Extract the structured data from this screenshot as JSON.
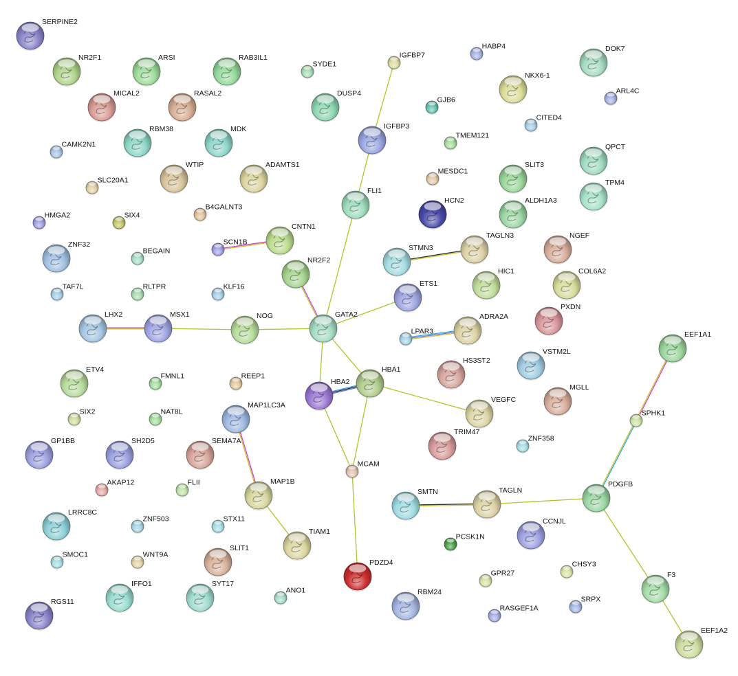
{
  "network": {
    "nodes": [
      {
        "id": "SERPINE2",
        "color": "#8c86c9",
        "structure": true
      },
      {
        "id": "NR2F1",
        "color": "#b1d48c",
        "structure": true
      },
      {
        "id": "ARSI",
        "color": "#9fdc9c",
        "structure": true
      },
      {
        "id": "RAB3IL1",
        "color": "#96d99c",
        "structure": true
      },
      {
        "id": "SYDE1",
        "color": "#a6dcb4",
        "structure": false
      },
      {
        "id": "IGFBP7",
        "color": "#dcdca0",
        "structure": false
      },
      {
        "id": "HABP4",
        "color": "#a6b2e2",
        "structure": false
      },
      {
        "id": "DOK7",
        "color": "#a6dcc0",
        "structure": true
      },
      {
        "id": "MICAL2",
        "color": "#d89c94",
        "structure": true
      },
      {
        "id": "RASAL2",
        "color": "#d6ae94",
        "structure": true
      },
      {
        "id": "DUSP4",
        "color": "#8ed6b2",
        "structure": true
      },
      {
        "id": "GJB6",
        "color": "#66c2b0",
        "structure": false
      },
      {
        "id": "NKX6-1",
        "color": "#dcdc9a",
        "structure": true
      },
      {
        "id": "ARL4C",
        "color": "#a6aee2",
        "structure": false
      },
      {
        "id": "RBM38",
        "color": "#8ed6c6",
        "structure": true
      },
      {
        "id": "MDK",
        "color": "#8ed6ca",
        "structure": true
      },
      {
        "id": "IGFBP3",
        "color": "#9aa6e0",
        "structure": true
      },
      {
        "id": "CITED4",
        "color": "#a6cce2",
        "structure": false
      },
      {
        "id": "TMEM121",
        "color": "#a6dc9c",
        "structure": false
      },
      {
        "id": "CAMK2N1",
        "color": "#a6c4e2",
        "structure": false
      },
      {
        "id": "WTIP",
        "color": "#d8c49a",
        "structure": true
      },
      {
        "id": "ADAMTS1",
        "color": "#dcd4a0",
        "structure": true
      },
      {
        "id": "MESDC1",
        "color": "#e2c8a6",
        "structure": false
      },
      {
        "id": "SLIT3",
        "color": "#9cd69c",
        "structure": true
      },
      {
        "id": "QPCT",
        "color": "#a0dcc0",
        "structure": true
      },
      {
        "id": "SLC20A1",
        "color": "#e2d0a6",
        "structure": false
      },
      {
        "id": "FLI1",
        "color": "#9edcbc",
        "structure": true
      },
      {
        "id": "TPM4",
        "color": "#a6e2c8",
        "structure": true
      },
      {
        "id": "HMGA2",
        "color": "#a0a0e0",
        "structure": false
      },
      {
        "id": "SIX4",
        "color": "#c4c46a",
        "structure": false
      },
      {
        "id": "B4GALNT3",
        "color": "#e2c09c",
        "structure": false
      },
      {
        "id": "HCN2",
        "color": "#4a4aa8",
        "structure": true
      },
      {
        "id": "ALDH1A3",
        "color": "#9cd6a4",
        "structure": true
      },
      {
        "id": "CNTN1",
        "color": "#bcdc90",
        "structure": true
      },
      {
        "id": "SCN1B",
        "color": "#a0a0e2",
        "structure": false
      },
      {
        "id": "ZNF32",
        "color": "#a2c0e2",
        "structure": true
      },
      {
        "id": "BEGAIN",
        "color": "#a6dcc4",
        "structure": false
      },
      {
        "id": "STMN3",
        "color": "#a6dce2",
        "structure": true
      },
      {
        "id": "TAGLN3",
        "color": "#dcd2a6",
        "structure": true
      },
      {
        "id": "NGEF",
        "color": "#d8ae9c",
        "structure": true
      },
      {
        "id": "NR2F2",
        "color": "#a6d48e",
        "structure": true
      },
      {
        "id": "TAF7L",
        "color": "#a6cce2",
        "structure": false
      },
      {
        "id": "RLTPR",
        "color": "#a6dcb0",
        "structure": false
      },
      {
        "id": "KLF16",
        "color": "#a6cce2",
        "structure": false
      },
      {
        "id": "ETS1",
        "color": "#9ea6e0",
        "structure": true
      },
      {
        "id": "HIC1",
        "color": "#c0dc9c",
        "structure": true
      },
      {
        "id": "COL6A2",
        "color": "#d6dc9a",
        "structure": true
      },
      {
        "id": "PXDN",
        "color": "#d8969c",
        "structure": true
      },
      {
        "id": "LHX2",
        "color": "#a6c6e2",
        "structure": true
      },
      {
        "id": "MSX1",
        "color": "#a0a6e2",
        "structure": true
      },
      {
        "id": "NOG",
        "color": "#b8dc9c",
        "structure": true
      },
      {
        "id": "GATA2",
        "color": "#a6dcc4",
        "structure": true
      },
      {
        "id": "LPAR3",
        "color": "#a6d2e2",
        "structure": false
      },
      {
        "id": "ADRA2A",
        "color": "#dcd2a6",
        "structure": true
      },
      {
        "id": "EEF1A1",
        "color": "#9cd69c",
        "structure": true
      },
      {
        "id": "VSTM2L",
        "color": "#a2cce2",
        "structure": true
      },
      {
        "id": "ETV4",
        "color": "#b8dc9c",
        "structure": true
      },
      {
        "id": "FMNL1",
        "color": "#a6dca0",
        "structure": false
      },
      {
        "id": "REEP1",
        "color": "#e2c8a0",
        "structure": false
      },
      {
        "id": "HS3ST2",
        "color": "#d8a6a0",
        "structure": true
      },
      {
        "id": "HBA2",
        "color": "#9a78d2",
        "structure": true
      },
      {
        "id": "HBA1",
        "color": "#b0cc8c",
        "structure": true
      },
      {
        "id": "MGLL",
        "color": "#d8ae9c",
        "structure": true
      },
      {
        "id": "SIX2",
        "color": "#cedca0",
        "structure": false
      },
      {
        "id": "NAT8L",
        "color": "#a6dca0",
        "structure": false
      },
      {
        "id": "MAP1LC3A",
        "color": "#a0b8e2",
        "structure": true
      },
      {
        "id": "VEGFC",
        "color": "#dcd6a6",
        "structure": true
      },
      {
        "id": "SPHK1",
        "color": "#cce2a6",
        "structure": false
      },
      {
        "id": "GP1BB",
        "color": "#9ea0e0",
        "structure": true
      },
      {
        "id": "SH2D5",
        "color": "#9aa0e0",
        "structure": true
      },
      {
        "id": "SEMA7A",
        "color": "#d8a69c",
        "structure": true
      },
      {
        "id": "TRIM47",
        "color": "#d89c9c",
        "structure": true
      },
      {
        "id": "ZNF358",
        "color": "#a6dce2",
        "structure": false
      },
      {
        "id": "MCAM",
        "color": "#e2c2b0",
        "structure": false
      },
      {
        "id": "AKAP12",
        "color": "#e2aaa6",
        "structure": false
      },
      {
        "id": "FLII",
        "color": "#c0e2a6",
        "structure": false
      },
      {
        "id": "MAP1B",
        "color": "#d6d6a0",
        "structure": true
      },
      {
        "id": "PDGFB",
        "color": "#9cd6a4",
        "structure": true
      },
      {
        "id": "SMTN",
        "color": "#a0dce2",
        "structure": true
      },
      {
        "id": "TAGLN",
        "color": "#dcd2a6",
        "structure": true
      },
      {
        "id": "LRRC8C",
        "color": "#8ed0d6",
        "structure": true
      },
      {
        "id": "ZNF503",
        "color": "#a6d2e2",
        "structure": false
      },
      {
        "id": "STX11",
        "color": "#a6dce2",
        "structure": false
      },
      {
        "id": "CCNJL",
        "color": "#9ea2e0",
        "structure": true
      },
      {
        "id": "TIAM1",
        "color": "#dcd6a0",
        "structure": true
      },
      {
        "id": "PCSK1N",
        "color": "#4aa048",
        "structure": false
      },
      {
        "id": "SMOC1",
        "color": "#a6dce2",
        "structure": false
      },
      {
        "id": "WNT9A",
        "color": "#e2d2a6",
        "structure": false
      },
      {
        "id": "SLIT1",
        "color": "#d8b29c",
        "structure": true
      },
      {
        "id": "PDZD4",
        "color": "#cc3030",
        "structure": true
      },
      {
        "id": "GPR27",
        "color": "#d6e2a6",
        "structure": false
      },
      {
        "id": "CHSY3",
        "color": "#dce2a6",
        "structure": false
      },
      {
        "id": "F3",
        "color": "#a6dca8",
        "structure": true
      },
      {
        "id": "IFFO1",
        "color": "#9adcd0",
        "structure": true
      },
      {
        "id": "SYT17",
        "color": "#a0dcd0",
        "structure": true
      },
      {
        "id": "ANO1",
        "color": "#a6dcc8",
        "structure": false
      },
      {
        "id": "RBM24",
        "color": "#a6b6e2",
        "structure": true
      },
      {
        "id": "SRPX",
        "color": "#a6b6e2",
        "structure": false
      },
      {
        "id": "RGS11",
        "color": "#8c86c9",
        "structure": true
      },
      {
        "id": "RASGEF1A",
        "color": "#a6aae2",
        "structure": false
      },
      {
        "id": "EEF1A2",
        "color": "#cedca0",
        "structure": true
      }
    ],
    "edges": [
      {
        "source": "IGFBP7",
        "target": "IGFBP3",
        "colors": [
          "#a8c82a"
        ]
      },
      {
        "source": "IGFBP3",
        "target": "FLI1",
        "colors": [
          "#a8c82a"
        ]
      },
      {
        "source": "FLI1",
        "target": "GATA2",
        "colors": [
          "#a8c82a"
        ]
      },
      {
        "source": "SCN1B",
        "target": "CNTN1",
        "colors": [
          "#d040d0",
          "#c8c02a"
        ]
      },
      {
        "source": "NR2F2",
        "target": "GATA2",
        "colors": [
          "#d040d0",
          "#a8c82a"
        ]
      },
      {
        "source": "STMN3",
        "target": "TAGLN3",
        "colors": [
          "#303030",
          "#c8c02a"
        ]
      },
      {
        "source": "ETS1",
        "target": "GATA2",
        "colors": [
          "#a8c82a"
        ]
      },
      {
        "source": "LHX2",
        "target": "MSX1",
        "colors": [
          "#d040d0",
          "#c8c02a"
        ]
      },
      {
        "source": "MSX1",
        "target": "NOG",
        "colors": [
          "#a8c82a"
        ]
      },
      {
        "source": "NOG",
        "target": "GATA2",
        "colors": [
          "#a8c82a"
        ]
      },
      {
        "source": "LPAR3",
        "target": "ADRA2A",
        "colors": [
          "#2aa8e0",
          "#7070d8",
          "#c8c02a"
        ]
      },
      {
        "source": "GATA2",
        "target": "HBA2",
        "colors": [
          "#a8c82a"
        ]
      },
      {
        "source": "GATA2",
        "target": "HBA1",
        "colors": [
          "#a8c82a"
        ]
      },
      {
        "source": "HBA2",
        "target": "HBA1",
        "colors": [
          "#2aa8e0",
          "#303030",
          "#7070d8"
        ]
      },
      {
        "source": "HBA1",
        "target": "VEGFC",
        "colors": [
          "#a8c82a"
        ]
      },
      {
        "source": "HBA2",
        "target": "MCAM",
        "colors": [
          "#a8c82a"
        ]
      },
      {
        "source": "HBA1",
        "target": "MCAM",
        "colors": [
          "#a8c82a"
        ]
      },
      {
        "source": "MCAM",
        "target": "PDZD4",
        "colors": [
          "#a8c82a"
        ]
      },
      {
        "source": "MAP1LC3A",
        "target": "MAP1B",
        "colors": [
          "#d040d0",
          "#c8c02a"
        ]
      },
      {
        "source": "MAP1B",
        "target": "TIAM1",
        "colors": [
          "#a8c82a"
        ]
      },
      {
        "source": "SMTN",
        "target": "TAGLN",
        "colors": [
          "#303030",
          "#c8c02a"
        ]
      },
      {
        "source": "TAGLN",
        "target": "PDGFB",
        "colors": [
          "#a8c82a"
        ]
      },
      {
        "source": "EEF1A1",
        "target": "SPHK1",
        "colors": [
          "#d040d0",
          "#c8c02a"
        ]
      },
      {
        "source": "SPHK1",
        "target": "PDGFB",
        "colors": [
          "#2aa8e0",
          "#c8c02a"
        ]
      },
      {
        "source": "PDGFB",
        "target": "F3",
        "colors": [
          "#a8c82a"
        ]
      },
      {
        "source": "F3",
        "target": "EEF1A2",
        "colors": [
          "#a8c82a"
        ]
      }
    ]
  }
}
